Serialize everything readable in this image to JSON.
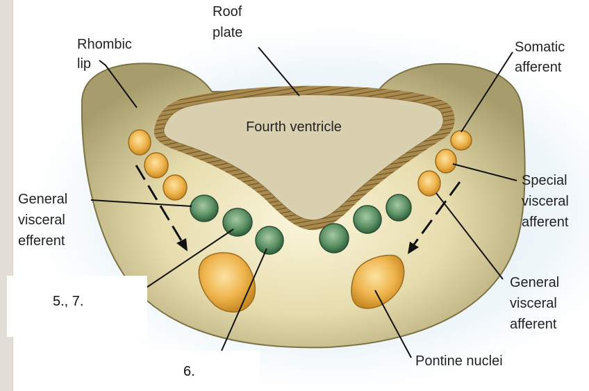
{
  "labels": {
    "roof_plate": [
      "Roof",
      "plate"
    ],
    "rhombic_lip": [
      "Rhombic",
      "lip"
    ],
    "somatic_afferent": [
      "Somatic",
      "afferent"
    ],
    "fourth_ventricle": "Fourth ventricle",
    "special_visceral_afferent": [
      "Special",
      "visceral",
      "afferent"
    ],
    "general_visceral_efferent": [
      "General",
      "visceral",
      "efferent"
    ],
    "general_visceral_afferent": [
      "General",
      "visceral",
      "afferent"
    ],
    "pontine_nuclei": "Pontine nuclei"
  },
  "answer_boxes": {
    "box_a": "5., 7.",
    "box_b": "6."
  },
  "colors": {
    "background": "#e2ded7",
    "pons_tissue": "#b3a97c",
    "ventricle": "#d8cfb1",
    "roof_plate": "#8a6f3a",
    "afferent_nucleus": "#e6a93a",
    "efferent_nucleus": "#4f8a5d",
    "glow": "#a9cde0"
  }
}
